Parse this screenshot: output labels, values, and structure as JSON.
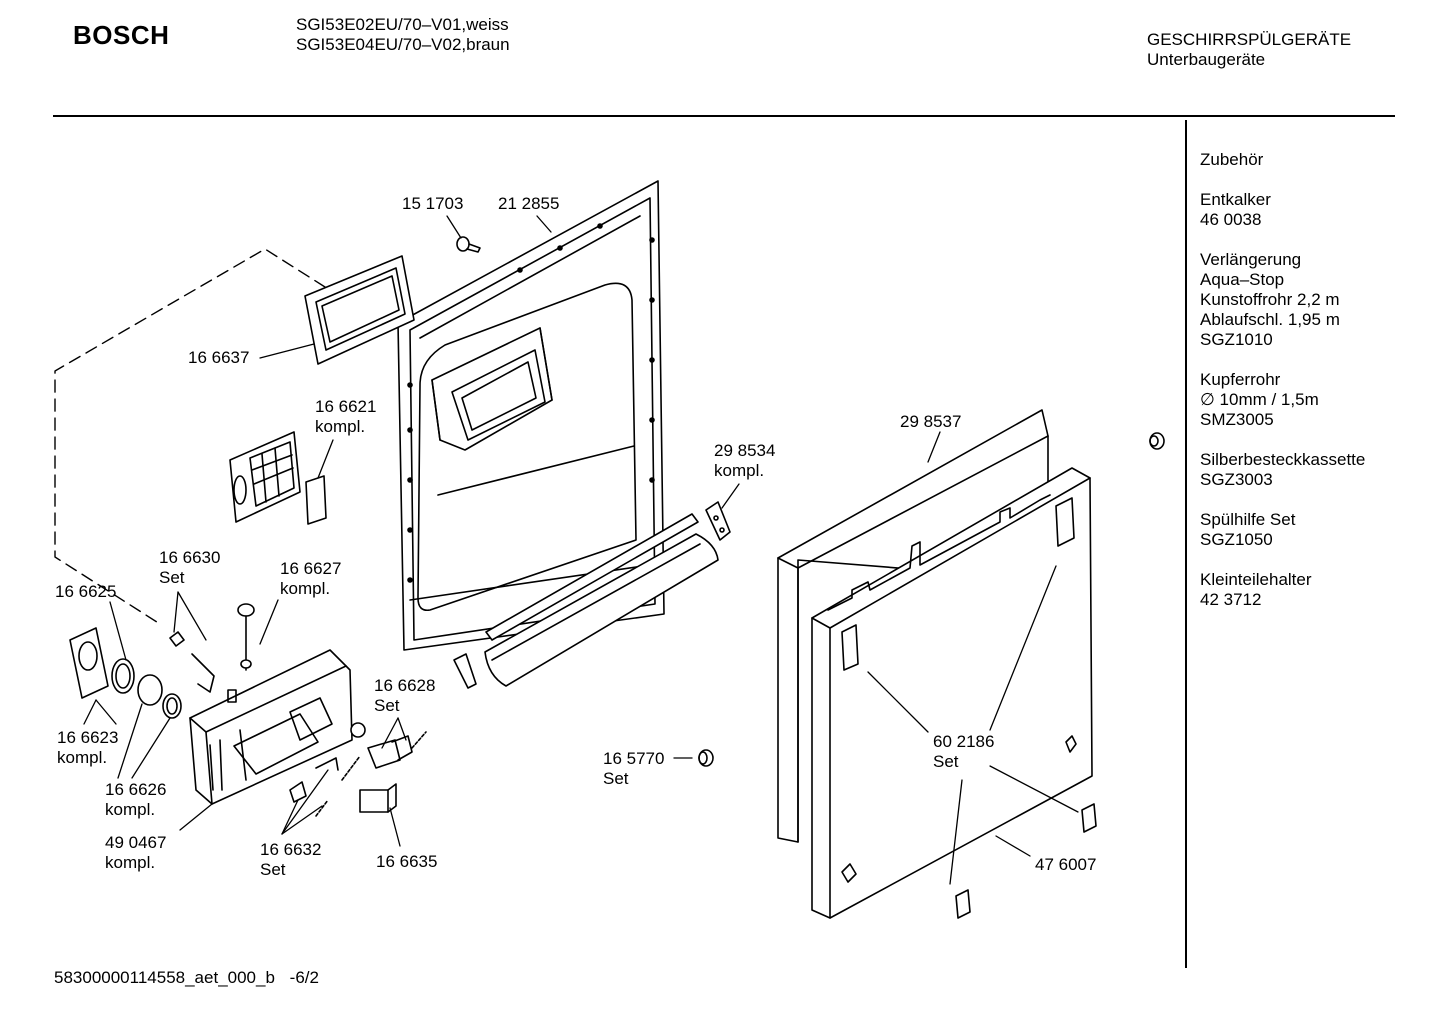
{
  "header": {
    "brand": "BOSCH",
    "model_line_1": "SGI53E02EU/70–V01,weiss",
    "model_line_2": "SGI53E04EU/70–V02,braun",
    "category_line_1": "GESCHIRRSPÜLGERÄTE",
    "category_line_2": "Unterbaugeräte"
  },
  "accessories": [
    {
      "lines": [
        "Zubehör"
      ]
    },
    {
      "lines": [
        "Entkalker",
        "46 0038"
      ]
    },
    {
      "lines": [
        "Verlängerung",
        "Aqua–Stop",
        "Kunstoffrohr 2,2 m",
        "Ablaufschl. 1,95 m",
        "SGZ1010"
      ]
    },
    {
      "lines": [
        "Kupferrohr",
        "∅ 10mm / 1,5m",
        "SMZ3005"
      ]
    },
    {
      "lines": [
        "Silberbesteckkassette",
        "SGZ3003"
      ]
    },
    {
      "lines": [
        "Spülhilfe Set",
        "SGZ1050"
      ]
    },
    {
      "lines": [
        "Kleinteilehalter",
        "42 3712"
      ]
    }
  ],
  "part_labels": {
    "p151703": {
      "number": "15 1703",
      "sub": ""
    },
    "p212855": {
      "number": "21 2855",
      "sub": ""
    },
    "p166637": {
      "number": "16 6637",
      "sub": ""
    },
    "p166621": {
      "number": "16 6621",
      "sub": "kompl."
    },
    "p298534": {
      "number": "29 8534",
      "sub": "kompl."
    },
    "p298537": {
      "number": "29 8537",
      "sub": ""
    },
    "p166630": {
      "number": "16 6630",
      "sub": "Set"
    },
    "p166627": {
      "number": "16 6627",
      "sub": "kompl."
    },
    "p166625": {
      "number": "16 6625",
      "sub": ""
    },
    "p166623": {
      "number": "16 6623",
      "sub": "kompl."
    },
    "p166626": {
      "number": "16 6626",
      "sub": "kompl."
    },
    "p490467": {
      "number": "49 0467",
      "sub": "kompl."
    },
    "p166628": {
      "number": "16 6628",
      "sub": "Set"
    },
    "p165770": {
      "number": "16 5770",
      "sub": "Set"
    },
    "p602186": {
      "number": "60 2186",
      "sub": "Set"
    },
    "p166632": {
      "number": "16 6632",
      "sub": "Set"
    },
    "p166635": {
      "number": "16 6635",
      "sub": ""
    },
    "p476007": {
      "number": "47 6007",
      "sub": ""
    }
  },
  "footer": {
    "doc_id": "58300000114558_aet_000_b",
    "page": "-6/2"
  }
}
